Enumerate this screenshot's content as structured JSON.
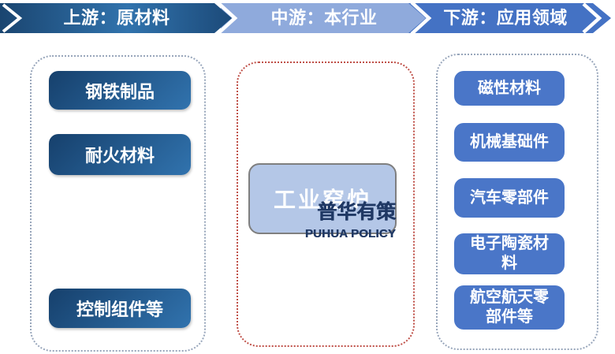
{
  "banners": [
    {
      "label": "上游：原材料"
    },
    {
      "label": "中游：本行业"
    },
    {
      "label": "下游：应用领域"
    }
  ],
  "upstream": {
    "items": [
      "钢铁制品",
      "耐火材料",
      "控制组件等"
    ]
  },
  "midstream": {
    "label": "工业窑炉"
  },
  "downstream": {
    "items": [
      "磁性材料",
      "机械基础件",
      "汽车零部件",
      "电子陶瓷材料",
      "航空航天零部件等"
    ]
  },
  "watermark": {
    "cn": "普华有策",
    "en": "PUHUA POLICY"
  },
  "colors": {
    "banner1_left": "#1a4570",
    "banner1_mid": "#3173ad",
    "banner1_right": "#1c4a79",
    "banner2": "#8faadc",
    "banner3": "#4472c4",
    "upstream_btn_top": "#16406c",
    "upstream_btn_bottom": "#3173ae",
    "downstream_btn": "#4a76c8",
    "mid_box_fill": "#b4c7e7",
    "mid_box_border": "#7f7f7f",
    "dash_blue": "#98a6bb",
    "dash_red": "#bf5048",
    "watermark": "#1f3864"
  }
}
